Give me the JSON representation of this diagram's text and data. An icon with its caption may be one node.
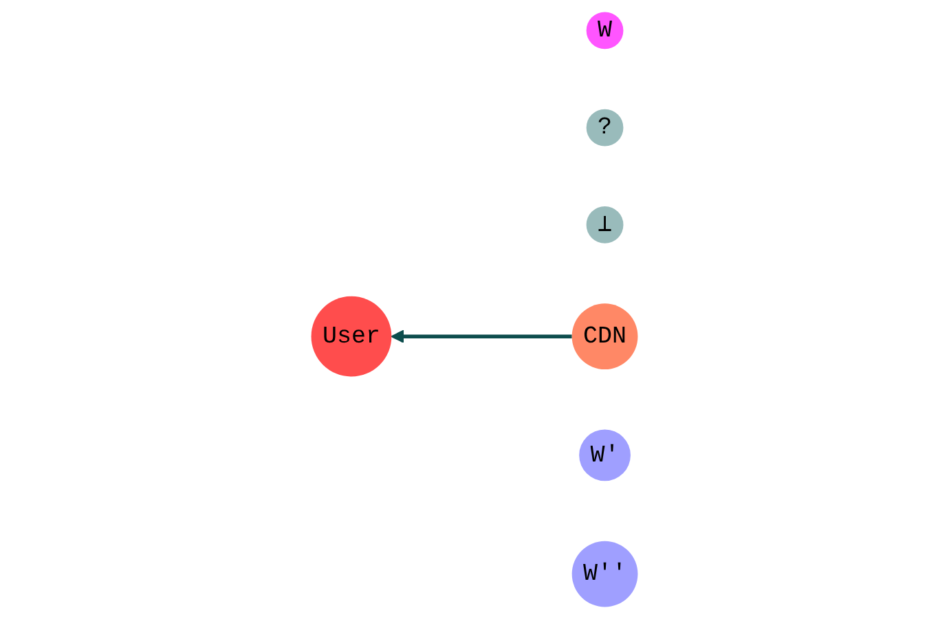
{
  "diagram": {
    "nodes": [
      {
        "text": [
          "W"
        ]
      },
      {
        "text": [
          "?"
        ]
      },
      {
        "text": [
          "⊥"
        ]
      },
      {
        "text": [
          "User"
        ]
      },
      {
        "text": [
          "CDN"
        ]
      },
      {
        "text": [
          "W′"
        ]
      },
      {
        "text": [
          "W′′"
        ]
      }
    ],
    "edges": [
      {
        "from": 4,
        "to": 3,
        "arrow": "to",
        "color": "#0d4d4d"
      }
    ]
  }
}
